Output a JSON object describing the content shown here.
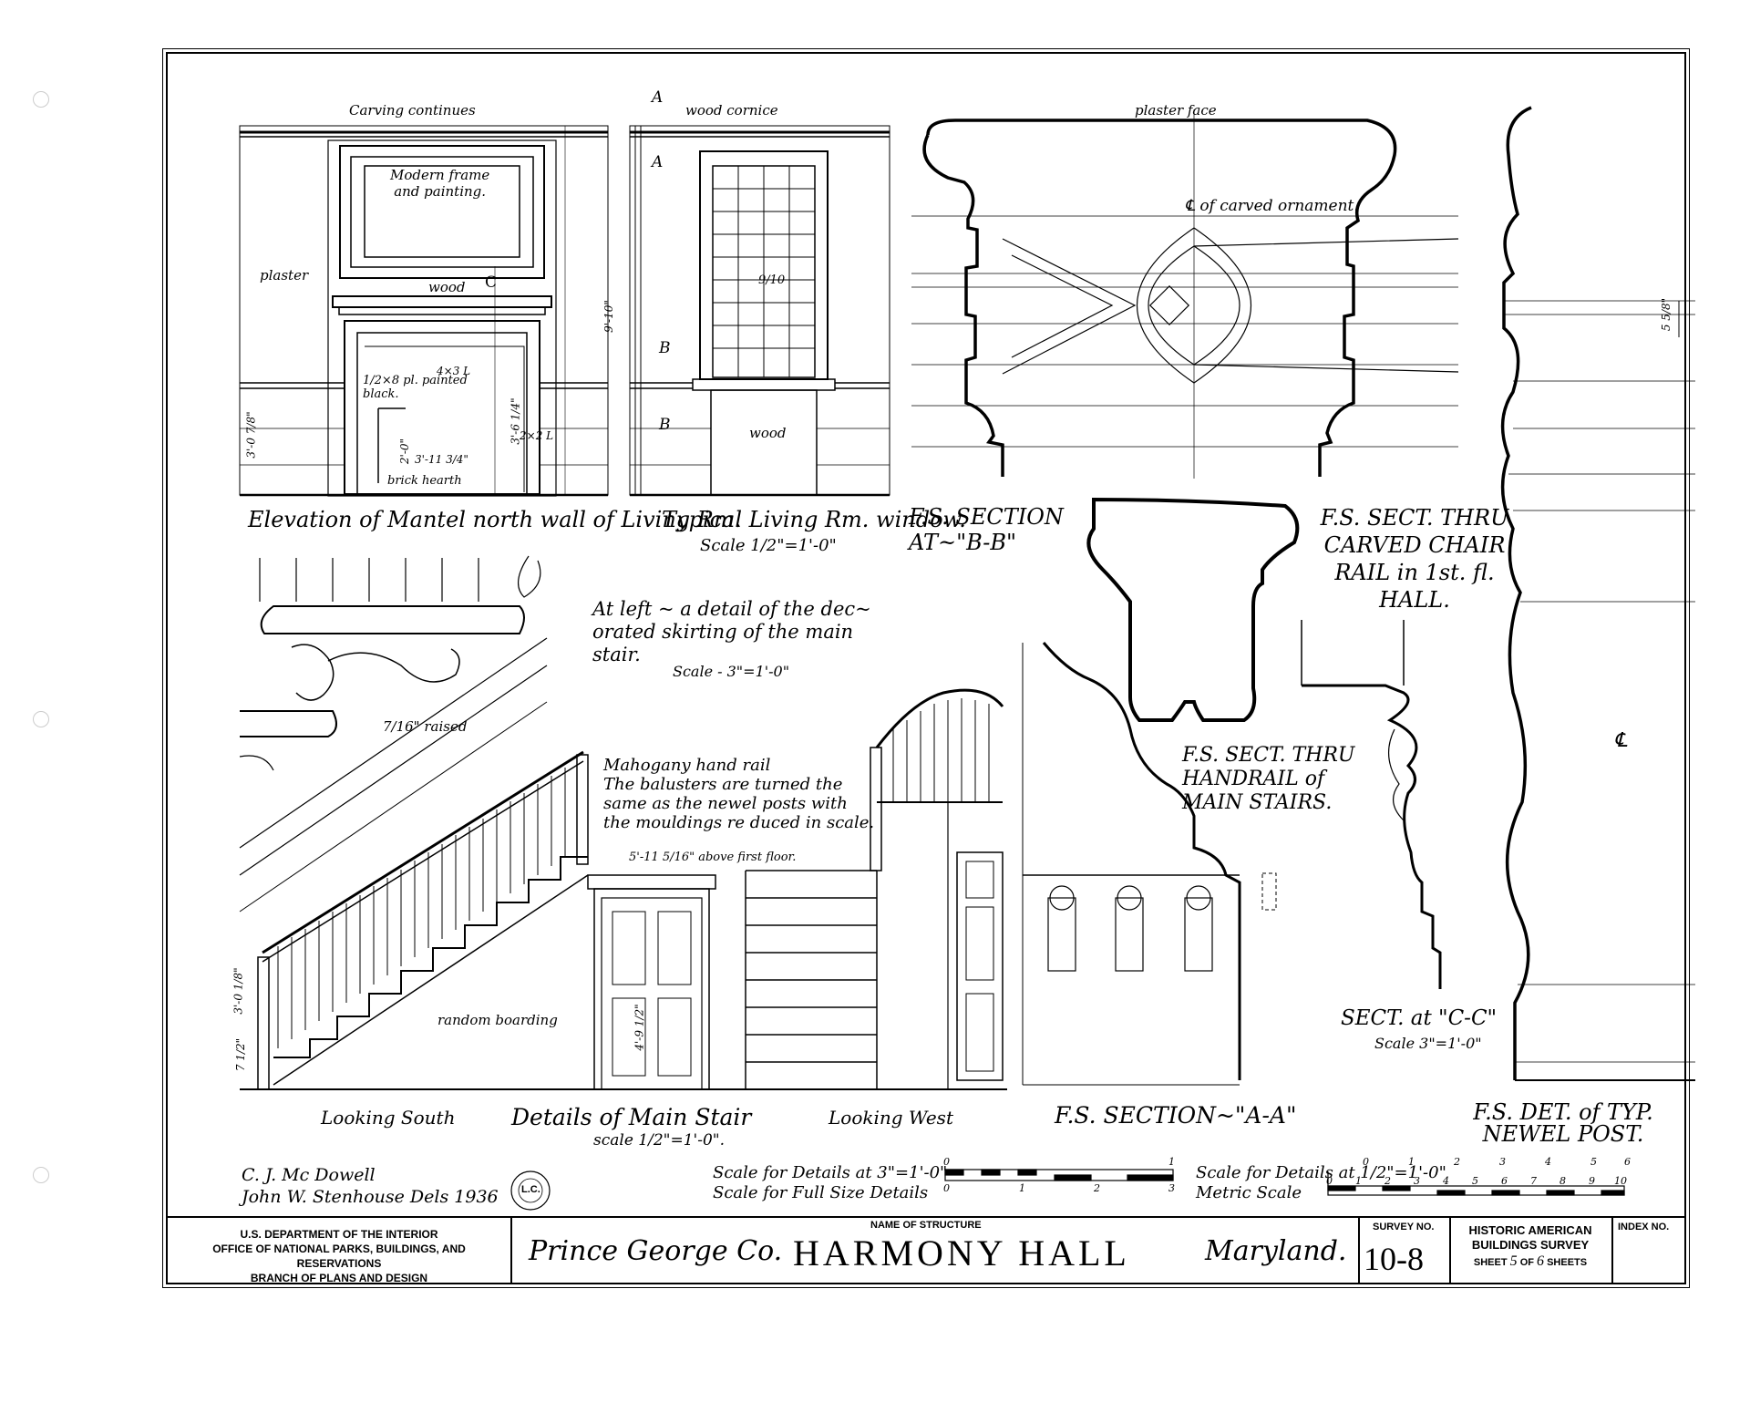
{
  "drawings": {
    "mantel": {
      "title": "Elevation of Mantel north wall of Living Rm.",
      "notes": {
        "carving": "Carving continues",
        "frame": "Modern frame\nand painting.",
        "plaster": "plaster",
        "wood": "wood",
        "height": "9'-10\"",
        "angle": "4×3 L",
        "plate": "1/2×8 pl. painted\nblack.",
        "wainscot": "3'-0 7/8\"",
        "opening_h": "2'-0\"",
        "opening_w": "3'-11 3/4\"",
        "opening_h2": "3'-6 1/4\"",
        "angle2": "2×2 L",
        "hearth": "brick hearth",
        "cut_c": "C"
      }
    },
    "window": {
      "title": "Typical Living Rm. window.",
      "scale": "Scale 1/2\"=1'-0\"",
      "notes": {
        "cornice": "wood cornice",
        "lights": "9/10",
        "wood": "wood",
        "cut_a": "A",
        "cut_b": "B"
      }
    },
    "section_bb": {
      "title": "F.S. SECTION\nAT~\"B-B\"",
      "notes": {
        "plaster_face": "plaster face",
        "ornament": "℄ of carved ornament."
      }
    },
    "chair_rail": {
      "title": "F.S. SECT. THRU\nCARVED CHAIR\nRAIL in 1st. fl. HALL."
    },
    "skirting": {
      "note": "At left ~ a detail of the dec~\norated skirting of the main\nstair.",
      "scale": "Scale - 3\"=1'-0\"",
      "raised": "7/16\" raised"
    },
    "stair": {
      "handrail_note": "Mahogany hand rail\nThe balusters are turned the\nsame as the newel posts with\nthe mouldings re   duced in scale.",
      "above_floor": "5'-11 5/16\" above first floor.",
      "boarding": "random boarding",
      "rail_h": "3'-0 1/8\"",
      "rail_h2": "7 1/2\"",
      "door_h": "4'-9 1/2\"",
      "looking_south": "Looking South",
      "title": "Details of Main Stair",
      "scale": "scale 1/2\"=1'-0\".",
      "looking_west": "Looking West"
    },
    "handrail": {
      "title": "F.S. SECT. THRU\nHANDRAIL of\nMAIN STAIRS."
    },
    "section_aa": {
      "title": "F.S. SECTION~\"A-A\""
    },
    "section_cc": {
      "title": "SECT. at \"C-C\"",
      "scale": "Scale 3\"=1'-0\""
    },
    "newel": {
      "title": "F.S. DET. of TYP.\nNEWEL POST.",
      "dim": "5 5/8\"",
      "cl": "℄"
    }
  },
  "credits": {
    "line1": "C. J. Mc Dowell",
    "line2": "John W. Stenhouse  Dels 1936",
    "seal": "L.C."
  },
  "scales": {
    "detail_label": "Scale for Details at 3\"=1'-0\"",
    "full_label": "Scale for Full Size Details",
    "detail_ticks": [
      "0",
      "1"
    ],
    "full_ticks": [
      "0",
      "1",
      "2",
      "3"
    ],
    "half_label": "Scale for Details at 1/2\"=1'-0\"",
    "metric_label": "Metric Scale",
    "half_ticks": [
      "0",
      "1",
      "2",
      "3",
      "4",
      "5",
      "6"
    ],
    "metric_ticks": [
      "0",
      "1",
      "2",
      "3",
      "4",
      "5",
      "6",
      "7",
      "8",
      "9",
      "10"
    ]
  },
  "title_block": {
    "agency_line1": "U.S. DEPARTMENT OF THE INTERIOR",
    "agency_line2": "OFFICE OF NATIONAL PARKS, BUILDINGS, AND RESERVATIONS",
    "agency_line3": "BRANCH OF PLANS AND DESIGN",
    "county": "Prince George Co.",
    "structure_label": "NAME OF STRUCTURE",
    "structure_name": "HARMONY HALL",
    "state": "Maryland.",
    "survey_label": "SURVEY NO.",
    "survey_no": "10-8",
    "habs_line1": "HISTORIC AMERICAN",
    "habs_line2": "BUILDINGS SURVEY",
    "sheet_word": "SHEET",
    "sheet_no": "5",
    "of_word": "OF",
    "sheet_total": "6",
    "sheets_word": "SHEETS",
    "index_label": "INDEX NO."
  }
}
